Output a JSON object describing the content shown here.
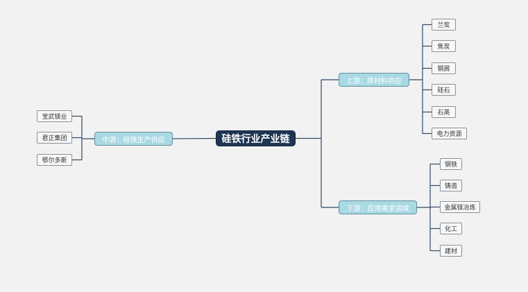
{
  "mindmap": {
    "root": {
      "label": "硅铁行业产业链"
    },
    "branches": [
      {
        "label": "上游：原材料供应",
        "children": [
          "兰炭",
          "焦炭",
          "钢屑",
          "硅石",
          "石英",
          "电力资源"
        ]
      },
      {
        "label": "下游：应用需求领域",
        "children": [
          "钢铁",
          "铸造",
          "金属镁冶炼",
          "化工",
          "建材"
        ]
      },
      {
        "label": "中游：硅铁生产供应",
        "children": [
          "宝武镁业",
          "君正集团",
          "鄂尔多斯"
        ]
      }
    ]
  },
  "colors": {
    "background": "#f2f2f2",
    "root_fill": "#1e3553",
    "branch_fill": "#a9d9e3",
    "leaf_fill": "#f7f7f7",
    "connector": "#2d4a66"
  }
}
